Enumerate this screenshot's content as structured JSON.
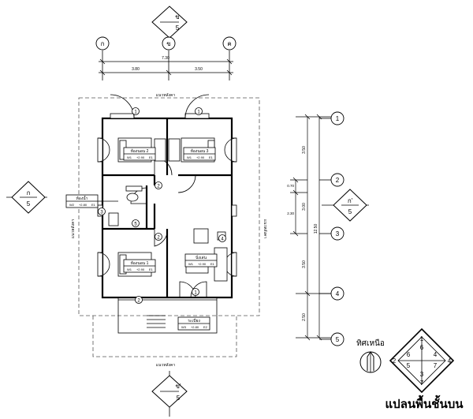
{
  "title": "แปลนพื้นชั้นบน",
  "north_label": "ทิศเหนือ",
  "grid_columns": [
    "ก",
    "ข",
    "ค"
  ],
  "grid_rows": [
    "1",
    "2",
    "3",
    "4",
    "5"
  ],
  "dimensions": {
    "overall_width": "7.30",
    "span_left": "3.80",
    "span_right": "3.50",
    "overall_height": "12.50",
    "segments": [
      "3.50",
      "0.70",
      "2.30",
      "3.00",
      "3.50",
      "2.50"
    ]
  },
  "section_markers": {
    "top": {
      "letter": "ข",
      "number": "5"
    },
    "bottom": {
      "letter": "ข'",
      "number": "5"
    },
    "left": {
      "letter": "ก",
      "number": "5"
    },
    "right": {
      "letter": "ก'",
      "number": "5"
    }
  },
  "eaves_label": "แนวหลังคา",
  "rooms": {
    "bedroom2": {
      "name": "ห้องนอน 2",
      "code": "W1",
      "level": "+2.90",
      "ceiling": "E1"
    },
    "bedroom3": {
      "name": "ห้องนอน 3",
      "code": "W1",
      "level": "+2.90",
      "ceiling": "E1"
    },
    "bathroom": {
      "name": "ห้องน้ำ",
      "code": "W2",
      "level": "+2.80",
      "ceiling": "E1"
    },
    "bedroom1": {
      "name": "ห้องนอน 1",
      "code": "W1",
      "level": "+2.90",
      "ceiling": "E1"
    },
    "family": {
      "name": "นั่งเล่น",
      "code": "W1",
      "level": "+2.90",
      "ceiling": "E1"
    },
    "balcony": {
      "name": "ระเบียง",
      "code": "W3",
      "level": "+2.80",
      "ceiling": "E2"
    }
  },
  "detail_numbers": [
    "1",
    "2",
    "3",
    "4",
    "5"
  ],
  "key_plan_numbers": [
    "1",
    "6",
    "2",
    "4",
    "5",
    "7",
    "3",
    "7"
  ]
}
